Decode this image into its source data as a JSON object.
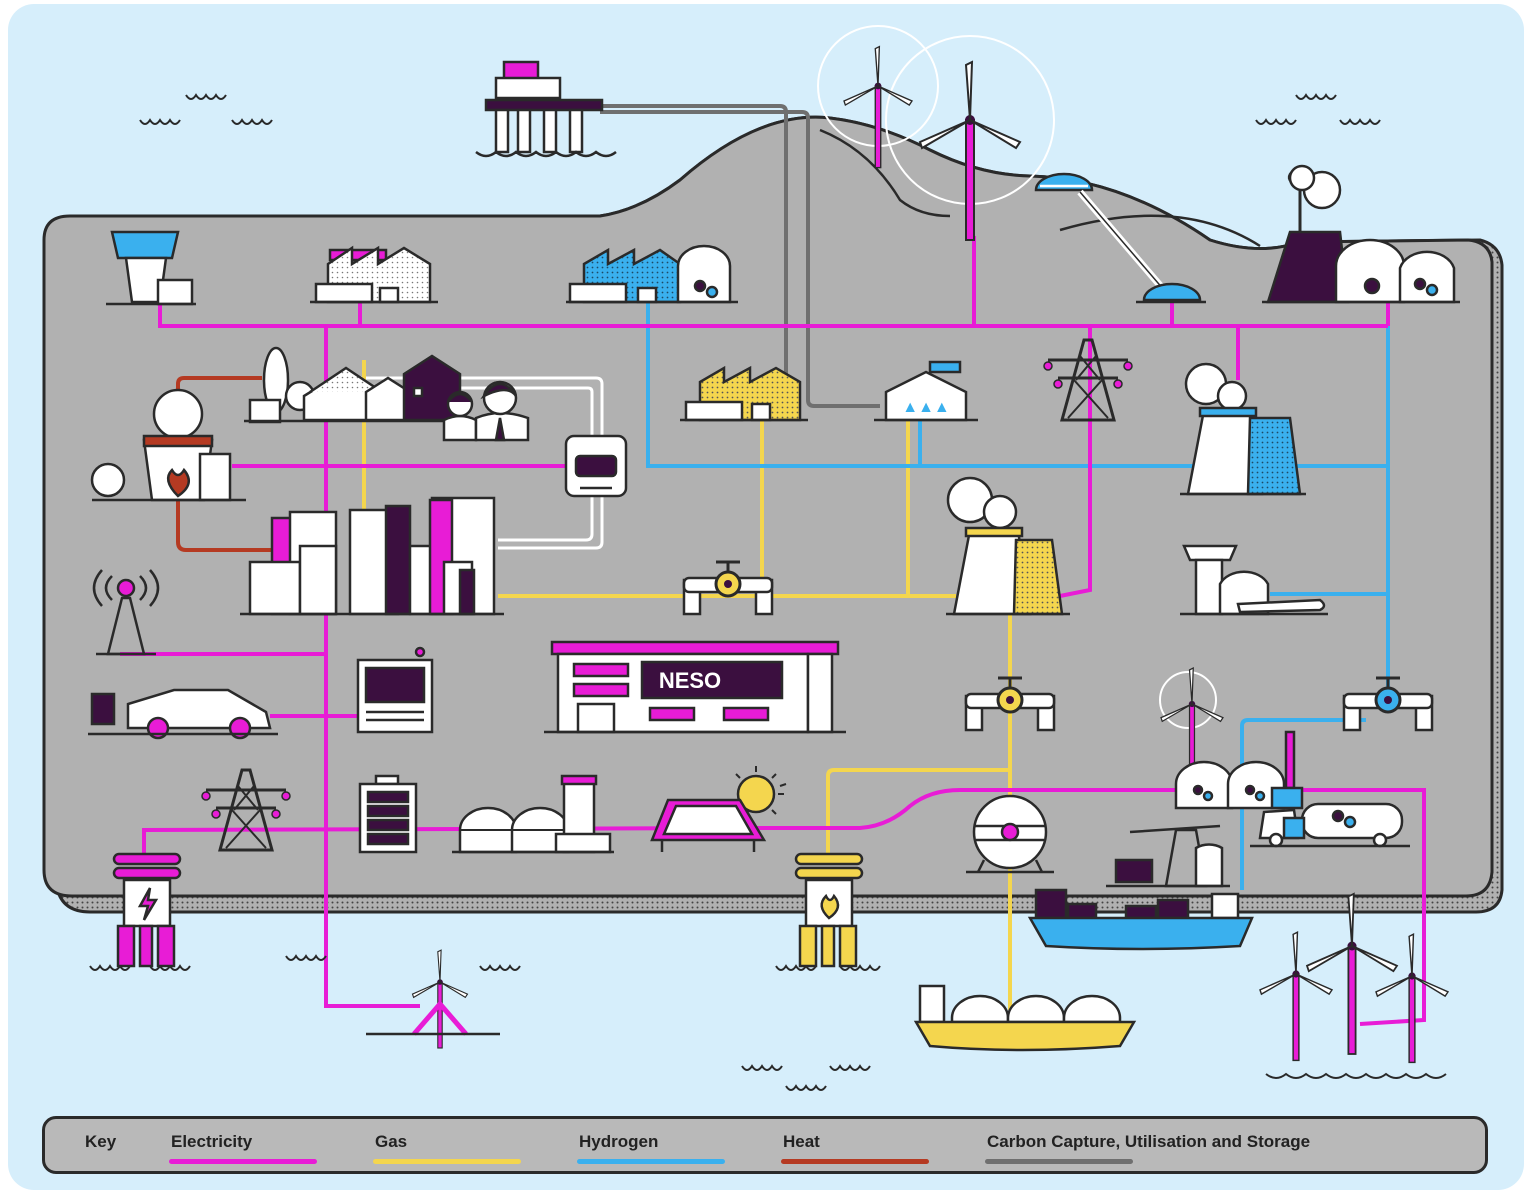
{
  "colors": {
    "sky": "#d6eefb",
    "land": "#b1b1b1",
    "outline": "#2a2a2a",
    "electricity": "#e81cd6",
    "gas": "#f4d64e",
    "hydrogen": "#3ab0ee",
    "heat": "#b53a22",
    "ccus": "#6f6f6f",
    "dark_purple": "#3b0f3f"
  },
  "neso_building": {
    "sign_text": "NESO"
  },
  "key": {
    "title": "Key",
    "items": [
      {
        "label": "Electricity",
        "color": "#e81cd6"
      },
      {
        "label": "Gas",
        "color": "#f4d64e"
      },
      {
        "label": "Hydrogen",
        "color": "#3ab0ee"
      },
      {
        "label": "Heat",
        "color": "#b53a22"
      },
      {
        "label": "Carbon Capture, Utilisation and Storage",
        "color": "#6f6f6f"
      }
    ]
  },
  "icons": [
    "offshore-oil-platform-icon",
    "onshore-wind-turbine-icon",
    "water-tower-icon",
    "factory-icon",
    "hydrogen-factory-icon",
    "nuclear-power-station-icon",
    "houses-icon",
    "people-icon",
    "rail-train-icon",
    "gas-industry-icon",
    "gas-boiler-icon",
    "transmission-pylon-icon",
    "hydrogen-power-station-icon",
    "heat-power-station-icon",
    "city-buildings-icon",
    "gas-power-station-icon",
    "airport-icon",
    "mobile-mast-icon",
    "gas-valve-icon",
    "electric-car-icon",
    "data-centre-icon",
    "neso-building-icon",
    "tidal-wind-turbine-icon",
    "battery-storage-icon",
    "biomass-plant-icon",
    "solar-panel-icon",
    "hydrogen-storage-icon",
    "gas-storage-tank-icon",
    "hydrogen-tanker-icon",
    "container-ship-icon",
    "lng-tanker-icon",
    "electricity-interconnector-icon",
    "gas-interconnector-icon",
    "offshore-wind-farm-icon",
    "floating-wind-turbine-icon"
  ]
}
